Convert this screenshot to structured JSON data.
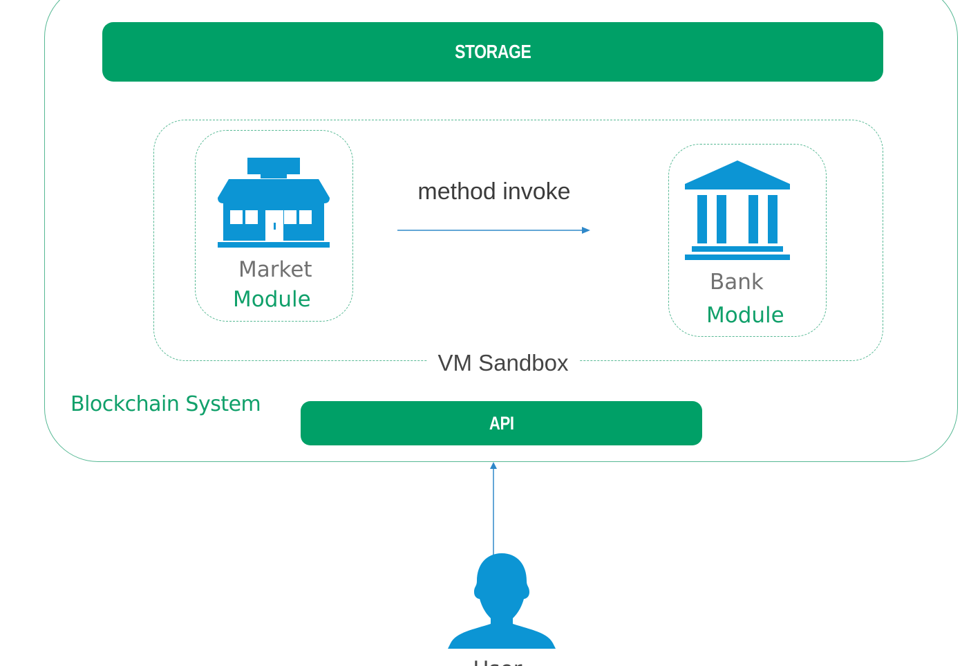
{
  "storage": {
    "label": "STORAGE"
  },
  "sandbox": {
    "label": "VM Sandbox"
  },
  "market_module": {
    "name": "Market",
    "type_label": "Module"
  },
  "bank_module": {
    "name": "Bank",
    "type_label": "Module"
  },
  "invoke": {
    "label": "method invoke"
  },
  "system": {
    "label": "Blockchain System"
  },
  "api": {
    "label": "API"
  },
  "user": {
    "label": "User"
  },
  "icons": {
    "market": "store-icon",
    "bank": "bank-icon",
    "user": "user-icon"
  },
  "colors": {
    "accent_green": "#00a067",
    "frame_green": "#55b893",
    "icon_blue": "#0c95d4",
    "arrow_blue": "#2f88c9"
  }
}
